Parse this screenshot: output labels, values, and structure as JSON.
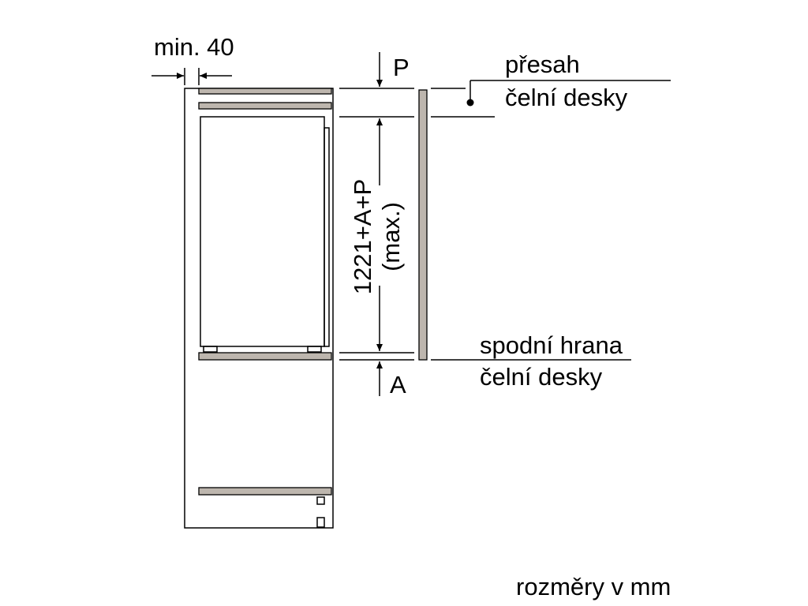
{
  "labels": {
    "min_gap": "min. 40",
    "p_marker": "P",
    "a_marker": "A",
    "overhang_line1": "přesah",
    "overhang_line2": "čelní desky",
    "bottom_edge_line1": "spodní hrana",
    "bottom_edge_line2": "čelní desky",
    "height_formula": "1221+A+P",
    "height_max": "(max.)",
    "units": "rozměry v mm"
  },
  "colors": {
    "line": "#000000",
    "panel_fill": "#bdb6ae",
    "background": "#ffffff"
  }
}
